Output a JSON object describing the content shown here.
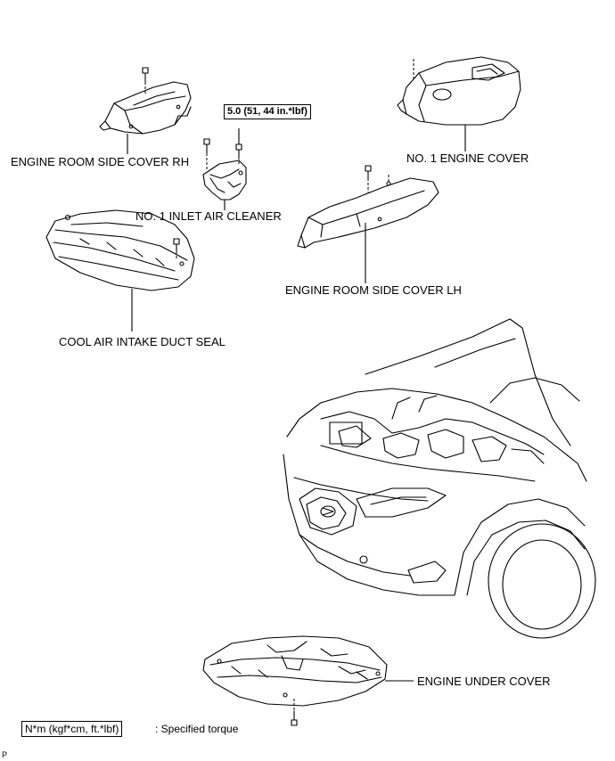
{
  "labels": {
    "engine_room_side_cover_rh": "ENGINE ROOM SIDE COVER RH",
    "no1_engine_cover": "NO. 1 ENGINE COVER",
    "no1_inlet_air_cleaner": "NO. 1 INLET AIR CLEANER",
    "engine_room_side_cover_lh": "ENGINE ROOM SIDE COVER LH",
    "cool_air_intake_duct_seal": "COOL AIR INTAKE DUCT SEAL",
    "engine_under_cover": "ENGINE UNDER COVER"
  },
  "torque": {
    "inlet_air_cleaner_bolt": "5.0 (51, 44 in.*lbf)"
  },
  "legend": {
    "box_text": "N*m (kgf*cm, ft.*lbf)",
    "description": ": Specified torque"
  },
  "corner_mark": "P"
}
